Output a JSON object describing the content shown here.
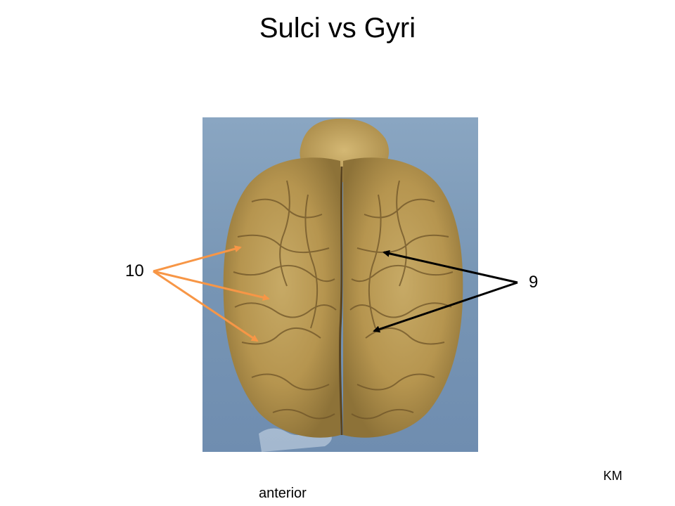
{
  "slide": {
    "title": "Sulci vs Gyri",
    "labels": {
      "gyri_number": "10",
      "sulci_number": "9"
    },
    "corner_mark": "KM",
    "orientation": "anterior"
  },
  "colors": {
    "background": "#ffffff",
    "arrow_gyri": "#f79646",
    "arrow_sulci": "#000000",
    "photo_backdrop": "#7a9ab8",
    "brain_tissue": "#b89a58"
  },
  "photo": {
    "subject": "brain-dorsal-view"
  }
}
